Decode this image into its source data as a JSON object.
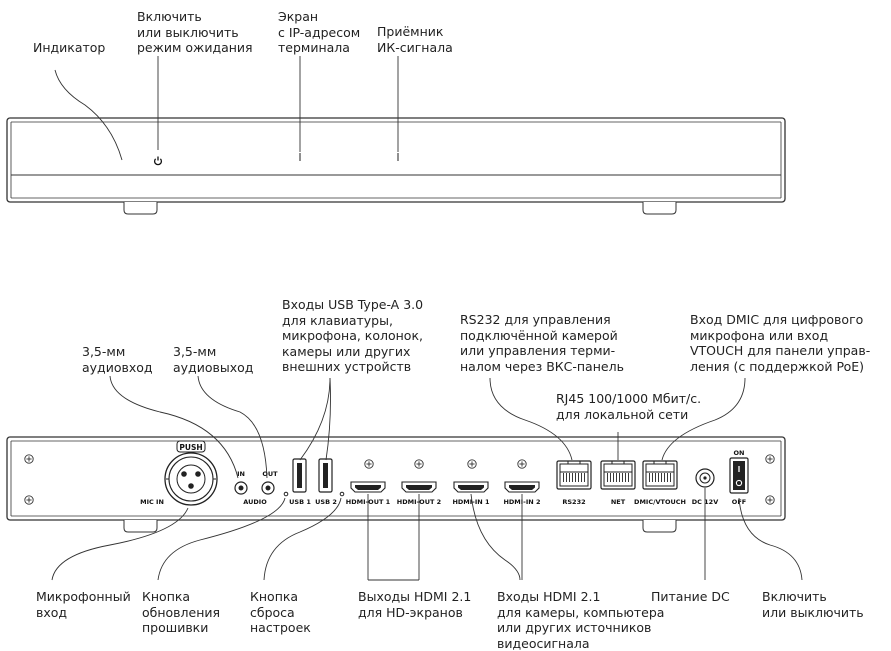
{
  "front_callouts": {
    "indicator": [
      "Индикатор"
    ],
    "standby": [
      "Включить",
      "или выключить",
      "режим ожидания"
    ],
    "screen": [
      "Экран",
      "с IP-адресом",
      "терминала"
    ],
    "ir": [
      "Приёмник",
      "ИК-сигнала"
    ]
  },
  "top_callouts": {
    "audio_in": [
      "3,5-мм",
      "аудиовход"
    ],
    "audio_out": [
      "3,5-мм",
      "аудиовыход"
    ],
    "usb": [
      "Входы USB Type-A 3.0",
      "для клавиатуры,",
      "микрофона, колонок,",
      "камеры или других",
      "внешних устройств"
    ],
    "rs232": [
      "RS232 для управления",
      "подключённой камерой",
      "или управления терми-",
      "налом через ВКС-панель"
    ],
    "rj45": [
      "RJ45 100/1000 Мбит/с.",
      "для локальной сети"
    ],
    "dmic": [
      "Вход DMIC для цифрового",
      "микрофона или вход",
      "VTOUCH для панели управ-",
      "ления (с поддержкой PoE)"
    ]
  },
  "bottom_callouts": {
    "mic": [
      "Микрофонный",
      "вход"
    ],
    "firmware": [
      "Кнопка",
      "обновления",
      "прошивки"
    ],
    "reset": [
      "Кнопка",
      "сброса",
      "настроек"
    ],
    "hdmi_out": [
      "Выходы HDMI 2.1",
      "для HD-экранов"
    ],
    "hdmi_in": [
      "Входы HDMI 2.1",
      "для камеры, компьютера",
      "или других источников",
      "видеосигнала"
    ],
    "dc": [
      "Питание DC"
    ],
    "power": [
      "Включить",
      "или выключить"
    ]
  },
  "panel_labels": {
    "push": "PUSH",
    "mic_in": "MIC IN",
    "in": "IN",
    "out": "OUT",
    "audio": "AUDIO",
    "usb1": "USB 1",
    "usb2": "USB 2",
    "hdmi_out1": "HDMI-OUT 1",
    "hdmi_out2": "HDMI-OUT 2",
    "hdmi_in1": "HDMI-IN 1",
    "hdmi_in2": "HDMI-IN 2",
    "rs232": "RS232",
    "net": "NET",
    "dmic": "DMIC/VTOUCH",
    "dc12": "DC 12V",
    "on": "ON",
    "off": "OFF"
  }
}
